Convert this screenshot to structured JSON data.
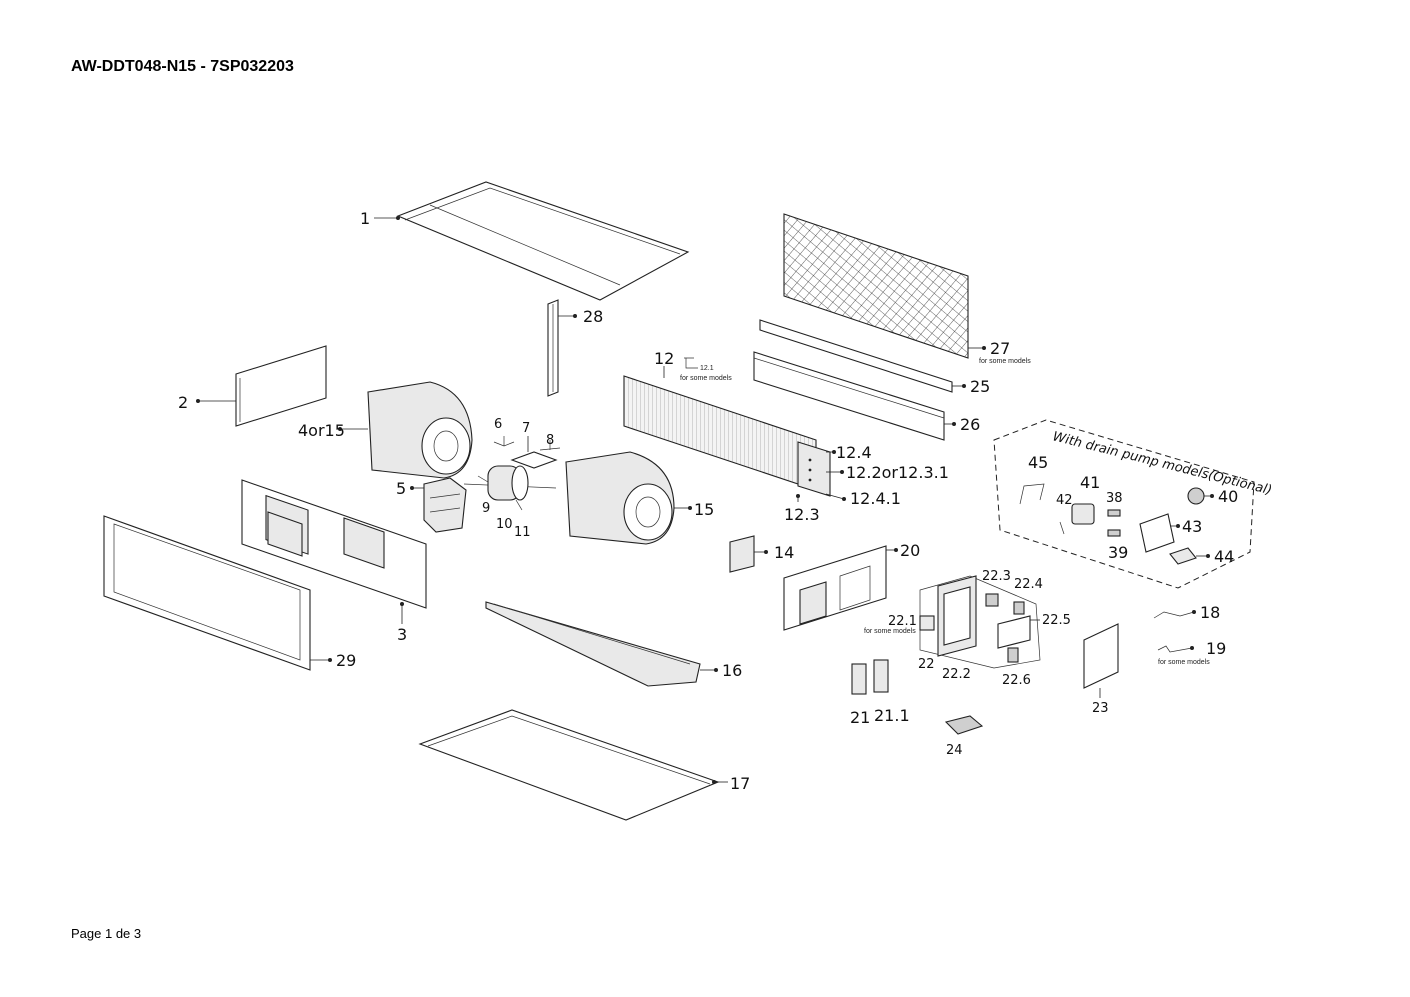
{
  "document": {
    "title": "AW-DDT048-N15 - 7SP032203",
    "footer": "Page 1 de 3"
  },
  "diagram": {
    "optional_group_title": "With drain pump models(Optional)",
    "note": "for some models",
    "labels": {
      "p1": "1",
      "p2": "2",
      "p3": "3",
      "p4or15": "4or15",
      "p5": "5",
      "p6": "6",
      "p7": "7",
      "p8": "8",
      "p9": "9",
      "p10": "10",
      "p11": "11",
      "p12": "12",
      "p12_1": "12.1",
      "p12_2": "12.2or12.3.1",
      "p12_3": "12.3",
      "p12_4": "12.4",
      "p12_4_1": "12.4.1",
      "p14": "14",
      "p15": "15",
      "p16": "16",
      "p17": "17",
      "p18": "18",
      "p19": "19",
      "p20": "20",
      "p21": "21",
      "p21_1": "21.1",
      "p22": "22",
      "p22_1": "22.1",
      "p22_2": "22.2",
      "p22_3": "22.3",
      "p22_4": "22.4",
      "p22_5": "22.5",
      "p22_6": "22.6",
      "p23": "23",
      "p24": "24",
      "p25": "25",
      "p26": "26",
      "p27": "27",
      "p28": "28",
      "p29": "29",
      "p38": "38",
      "p39": "39",
      "p40": "40",
      "p41": "41",
      "p42": "42",
      "p43": "43",
      "p44": "44",
      "p45": "45"
    }
  }
}
